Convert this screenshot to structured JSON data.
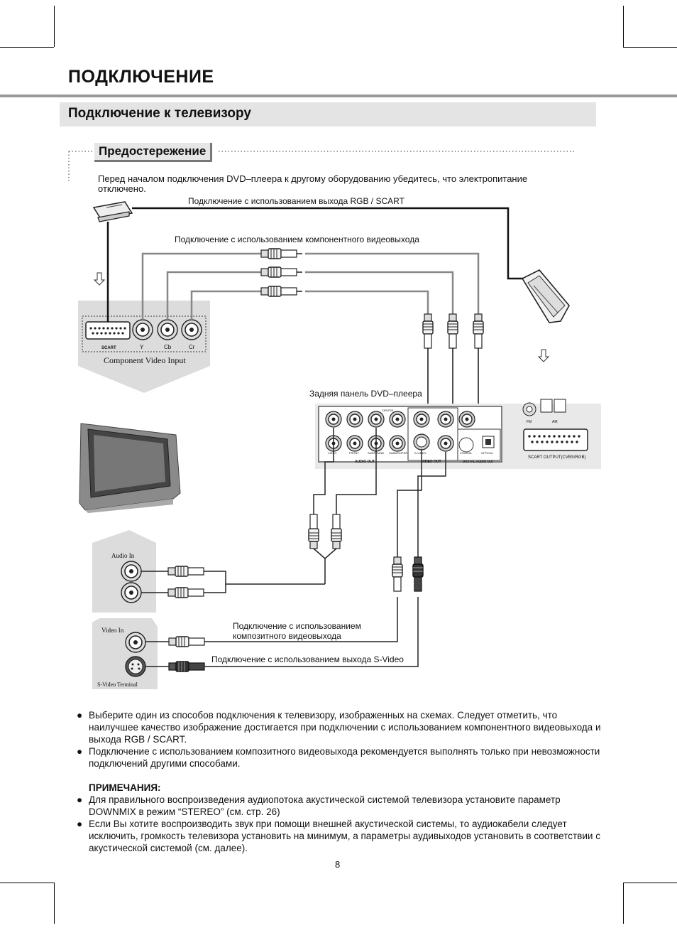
{
  "page": {
    "title": "ПОДКЛЮЧЕНИЕ",
    "section_title": "Подключение к телевизору",
    "page_number": "8"
  },
  "caution": {
    "label": "Предостережение",
    "text": "Перед началом подключения DVD–плеера к другому оборудованию убедитесь, что электропитание отключено."
  },
  "diagram": {
    "rgb_scart_label": "Подключение с использованием выхода RGB / SCART",
    "component_label": "Подключение с использованием компонентного видеовыхода",
    "component_input_caption": "Component Video Input",
    "tv_jacks": {
      "scart": "SCART",
      "y": "Y",
      "cb": "Cb",
      "cr": "Cr"
    },
    "rear_panel_label": "Задняя панель DVD–плеера",
    "panel_labels": {
      "audio_out": "AUDIO OUT",
      "video_out": "VIDEO OUT",
      "digital_audio_out": "DIGITAL AUDIO OUT",
      "scart_output": "SCART OUTPUT(CVBS/RGB)",
      "fm": "FM",
      "am": "AM",
      "video": "VIDEO",
      "front": "FRONT",
      "surround": "SURROUND",
      "subwoofer": "SUBWOOFER",
      "center": "CENTER",
      "s_video": "S-VIDEO",
      "coaxial": "COAXIAL",
      "optical": "OPTICAL"
    },
    "audio_in_label": "Audio In",
    "video_in_label": "Video In",
    "s_video_terminal_label": "S-Video Terminal",
    "composite_label_line1": "Подключение с использованием",
    "composite_label_line2": "композитного видеовыхода",
    "s_video_label": "Подключение с использованием выхода S-Video"
  },
  "bullets": [
    {
      "text": "Выберите один из способов подключения к телевизору, изображенных на схемах. Следует отметить, что наилучшее качество изображение достигается при подключении с использованием компонентного видеовыхода и выхода RGB / SCART."
    },
    {
      "text": "Подключение с использованием композитного видеовыхода рекомендуется выполнять только при невозможности подключений другими способами."
    }
  ],
  "notes": {
    "title": "ПРИМЕЧАНИЯ:",
    "items": [
      {
        "text": "Для правильного воспроизведения аудиопотока акустической системой телевизора установите параметр DOWNMIX в режим “STEREO” (см. стр. 26)"
      },
      {
        "text": "Если Вы хотите воспроизводить звук при помощи внешней акустической системы, то аудиокабели следует исключить, громкость телевизора установить на минимум, а параметры аудивыходов установить в соответствии с акустической системой (см. далее)."
      }
    ]
  },
  "bullet_symbol": "●",
  "colors": {
    "rule": "#9a9a9a",
    "section_bar": "#e4e4e4",
    "panel_bg": "#e9e9e9"
  }
}
